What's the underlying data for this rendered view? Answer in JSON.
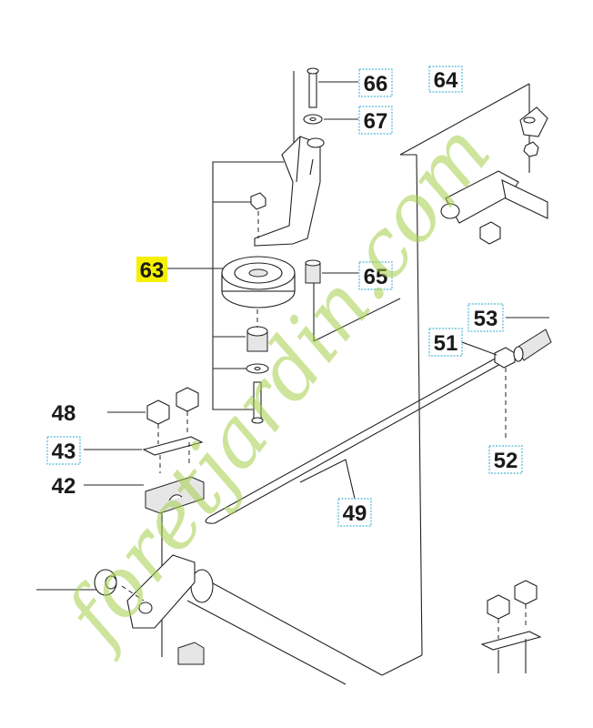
{
  "callouts": [
    {
      "id": "66",
      "boxed": true,
      "highlight": false
    },
    {
      "id": "67",
      "boxed": true,
      "highlight": false
    },
    {
      "id": "64",
      "boxed": true,
      "highlight": false
    },
    {
      "id": "63",
      "boxed": false,
      "highlight": true
    },
    {
      "id": "65",
      "boxed": true,
      "highlight": false
    },
    {
      "id": "53",
      "boxed": true,
      "highlight": false
    },
    {
      "id": "51",
      "boxed": true,
      "highlight": false
    },
    {
      "id": "48",
      "boxed": false,
      "highlight": false
    },
    {
      "id": "43",
      "boxed": true,
      "highlight": false
    },
    {
      "id": "42",
      "boxed": false,
      "highlight": false
    },
    {
      "id": "52",
      "boxed": true,
      "highlight": false
    },
    {
      "id": "49",
      "boxed": true,
      "highlight": false
    }
  ],
  "watermark": {
    "text": "foretjardin.com",
    "color": "#a6cf4a"
  },
  "colors": {
    "line": "#222222",
    "box_border": "#4fb7d6",
    "highlight": "#f5f000"
  }
}
